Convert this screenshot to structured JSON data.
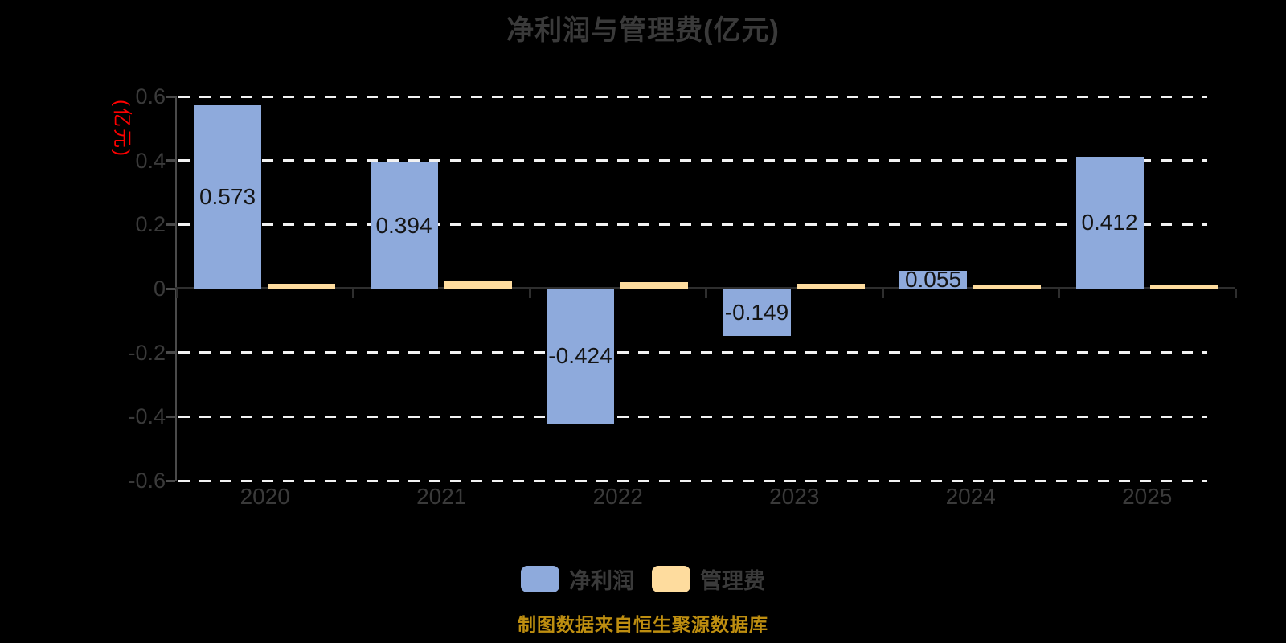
{
  "title": "净利润与管理费(亿元)",
  "y_axis_label": "(亿元)",
  "footer": {
    "text": "制图数据来自恒生聚源数据库"
  },
  "legend": {
    "items": [
      {
        "label": "净利润",
        "color": "#8EAADC"
      },
      {
        "label": "管理费",
        "color": "#FEDC9E"
      }
    ]
  },
  "colors": {
    "background": "#000000",
    "net_profit_bar": "#8EAADC",
    "mgmt_fee_bar": "#FEDC9E",
    "axis_text": "#3A3A3A",
    "unit_label": "#FF0000",
    "gridline": "#F2F2F2",
    "bar_value_label": "#141414",
    "footer_text": "#BE8E10",
    "axis_line": "#2E2E2E"
  },
  "chart_data": {
    "type": "bar",
    "title": "净利润与管理费(亿元)",
    "categories": [
      "2020",
      "2021",
      "2022",
      "2023",
      "2024",
      "2025"
    ],
    "series": [
      {
        "name": "净利润",
        "color": "#8EAADC",
        "values": [
          0.573,
          0.394,
          -0.424,
          -0.149,
          0.055,
          0.412
        ],
        "labels": [
          "0.573",
          "0.394",
          "-0.424",
          "-0.149",
          "0.055",
          "0.412"
        ]
      },
      {
        "name": "管理费",
        "color": "#FEDC9E",
        "values": [
          0.016,
          0.025,
          0.021,
          0.015,
          0.011,
          0.012
        ],
        "labels": null
      }
    ],
    "ylabel": "(亿元)",
    "ylim": [
      -0.6,
      0.6
    ],
    "yticks": [
      {
        "v": 0.6,
        "label": "0.6"
      },
      {
        "v": 0.4,
        "label": "0.4"
      },
      {
        "v": 0.2,
        "label": "0.2"
      },
      {
        "v": 0,
        "label": "0"
      },
      {
        "v": -0.2,
        "label": "-0.2"
      },
      {
        "v": -0.4,
        "label": "-0.4"
      },
      {
        "v": -0.6,
        "label": "-0.6"
      }
    ],
    "grid": "horizontal-dashed-no-zero-line",
    "legend_position": "bottom"
  }
}
